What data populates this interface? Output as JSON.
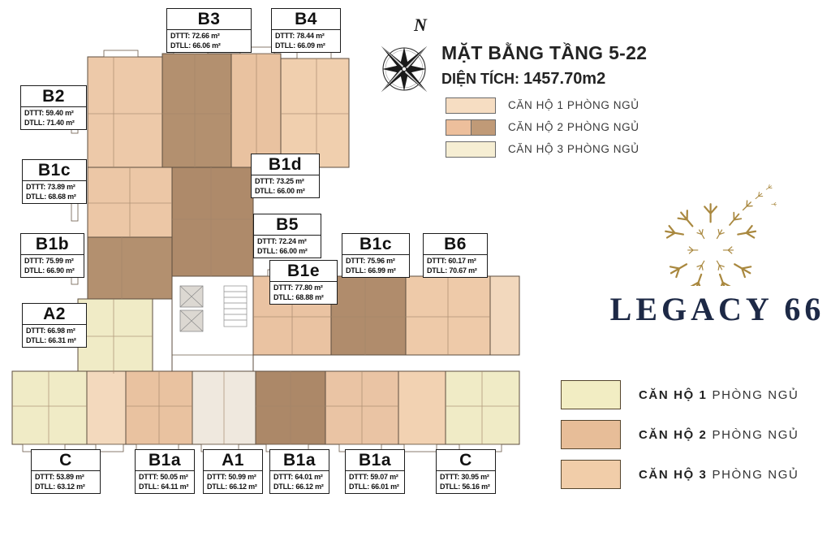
{
  "title": {
    "line1": "MẶT BẰNG TẦNG 5-22",
    "area_label": "DIỆN TÍCH:",
    "area_value": "1457.70m2"
  },
  "compass": {
    "north": "N"
  },
  "logo": {
    "text": "LEGACY 66",
    "gold": "#a9883f",
    "navy": "#1d2946"
  },
  "unit_labels": {
    "dttt": "DTTT:",
    "dtll": "DTLL:"
  },
  "units": [
    {
      "name": "B3",
      "dttt": "72.66 m²",
      "dtll": "66.06 m²"
    },
    {
      "name": "B4",
      "dttt": "78.44 m²",
      "dtll": "66.09 m²"
    },
    {
      "name": "B2",
      "dttt": "59.40 m²",
      "dtll": "71.40 m²"
    },
    {
      "name": "B1c",
      "dttt": "73.89 m²",
      "dtll": "68.68 m²"
    },
    {
      "name": "B1b",
      "dttt": "75.99 m²",
      "dtll": "66.90 m²"
    },
    {
      "name": "A2",
      "dttt": "66.98 m²",
      "dtll": "66.31 m²"
    },
    {
      "name": "B1d",
      "dttt": "73.25 m²",
      "dtll": "66.00 m²"
    },
    {
      "name": "B5",
      "dttt": "72.24 m²",
      "dtll": "66.00 m²"
    },
    {
      "name": "B1e",
      "dttt": "77.80 m²",
      "dtll": "68.88 m²"
    },
    {
      "name": "B1c",
      "dttt": "75.96 m²",
      "dtll": "66.99 m²"
    },
    {
      "name": "B6",
      "dttt": "60.17 m²",
      "dtll": "70.67 m²"
    },
    {
      "name": "C",
      "dttt": "53.89 m²",
      "dtll": "63.12 m²"
    },
    {
      "name": "B1a",
      "dttt": "50.05 m²",
      "dtll": "64.11 m²"
    },
    {
      "name": "A1",
      "dttt": "50.99 m²",
      "dtll": "66.12 m²"
    },
    {
      "name": "B1a",
      "dttt": "64.01 m²",
      "dtll": "66.12 m²"
    },
    {
      "name": "B1a",
      "dttt": "59.07 m²",
      "dtll": "66.01 m²"
    },
    {
      "name": "C",
      "dttt": "30.95 m²",
      "dtll": "56.16 m²"
    }
  ],
  "legend_top": {
    "items": [
      {
        "label": "CĂN HỘ 1 PHÒNG NGỦ",
        "color": "#f6ddc2",
        "color2": ""
      },
      {
        "label": "CĂN HỘ 2 PHÒNG NGỦ",
        "color": "#edbf9c",
        "color2": "#c09a77"
      },
      {
        "label": "CĂN HỘ 3 PHÒNG NGỦ",
        "color": "#f6eed3",
        "color2": ""
      }
    ]
  },
  "legend_bottom": {
    "items": [
      {
        "label_bold": "CĂN HỘ 1",
        "label_rest": "PHÒNG NGỦ",
        "color": "#f2edc3"
      },
      {
        "label_bold": "CĂN HỘ 2",
        "label_rest": "PHÒNG NGỦ",
        "color": "#e7bd98"
      },
      {
        "label_bold": "CĂN HỘ 3",
        "label_rest": "PHÒNG NGỦ",
        "color": "#f1cda9"
      }
    ]
  }
}
